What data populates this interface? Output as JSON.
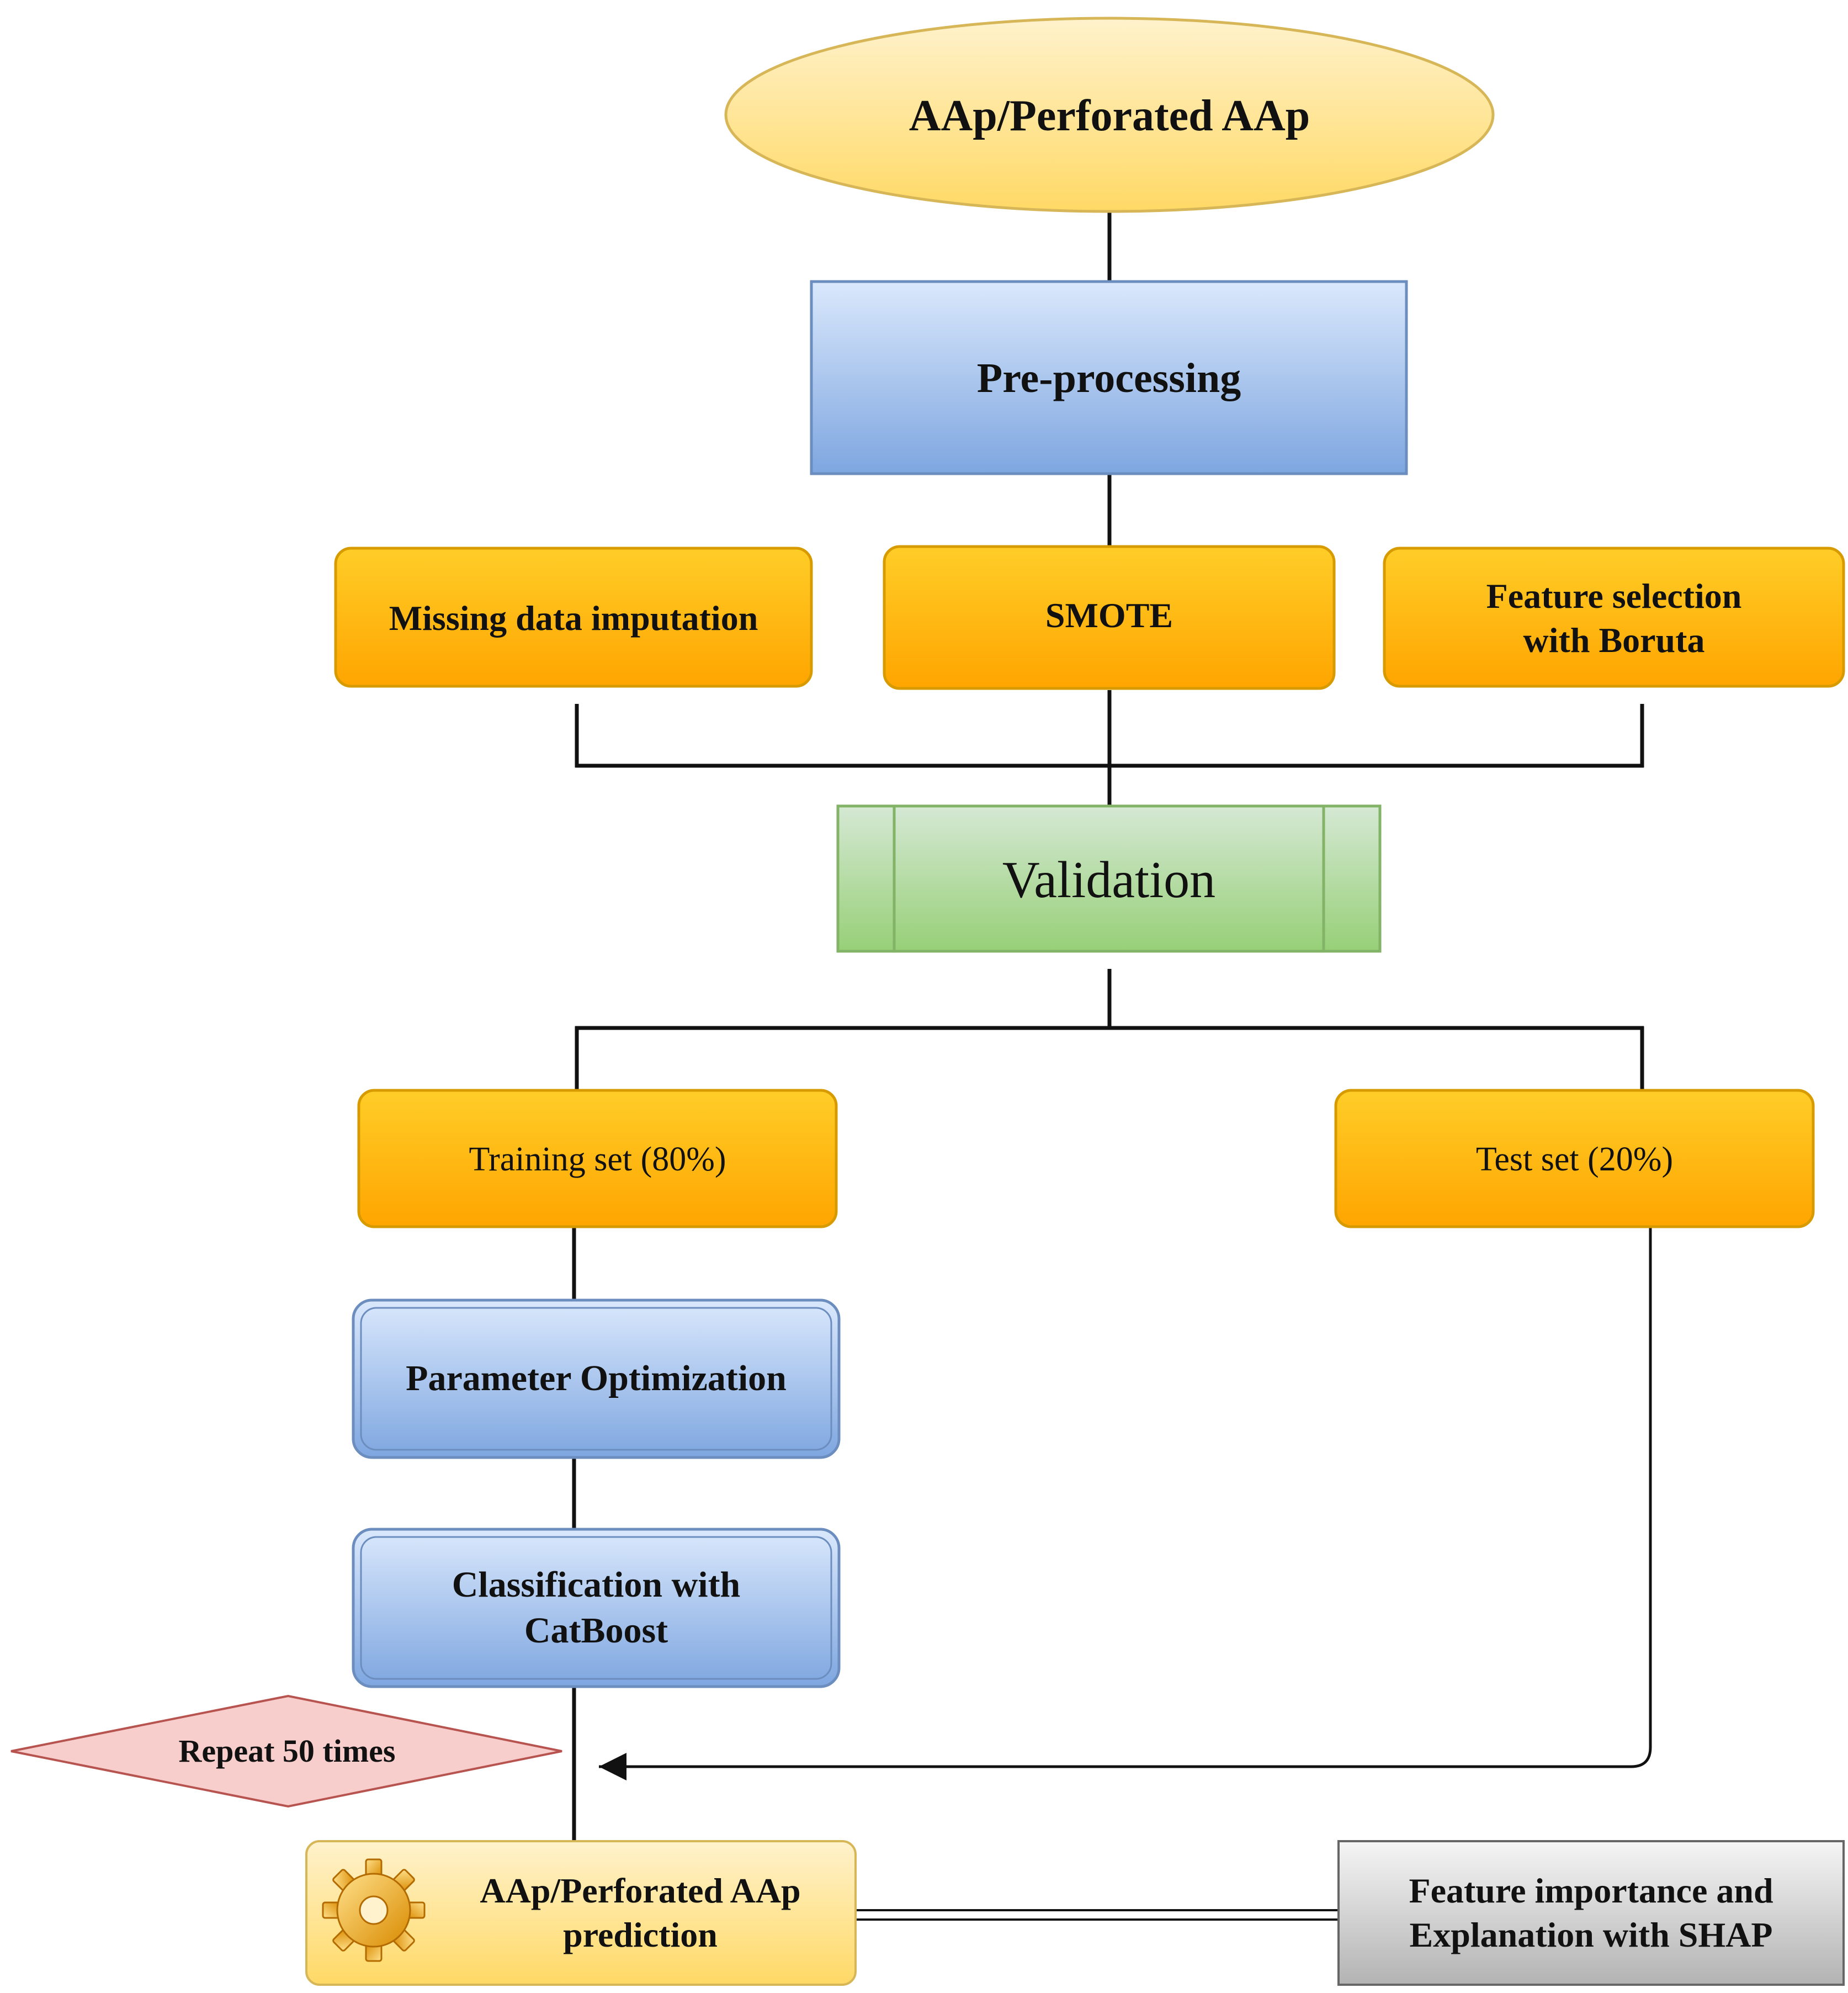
{
  "diagram": {
    "nodes": {
      "start": "AAp/Perforated AAp",
      "preprocessing": "Pre-processing",
      "imputation": "Missing data imputation",
      "smote": "SMOTE",
      "feature_selection": "Feature selection\nwith Boruta",
      "validation": "Validation",
      "training": "Training set (80%)",
      "test": "Test set (20%)",
      "param_opt": "Parameter Optimization",
      "classification": "Classification with\nCatBoost",
      "repeat": "Repeat 50 times",
      "prediction": "AAp/Perforated AAp\nprediction",
      "shap": "Feature importance and\nExplanation with SHAP"
    },
    "icons": {
      "prediction_icon": "gear-icon"
    },
    "colors": {
      "ellipse_fill": "#fce588",
      "ellipse_stroke": "#d6b656",
      "blue_top": "#dae8fc",
      "blue_bottom": "#7ea6e0",
      "blue_stroke": "#6c8ebf",
      "orange_top": "#ffcd28",
      "orange_bottom": "#ffa500",
      "orange_stroke": "#d79b00",
      "green_top": "#d5e8d4",
      "green_bottom": "#97d077",
      "green_stroke": "#82b366",
      "pink_fill": "#f8cecc",
      "pink_stroke": "#b85450",
      "gray_top": "#f5f5f5",
      "gray_bottom": "#b3b3b3",
      "gray_stroke": "#666666",
      "light_yellow_top": "#fff2cc",
      "light_yellow_bottom": "#ffd966"
    }
  }
}
